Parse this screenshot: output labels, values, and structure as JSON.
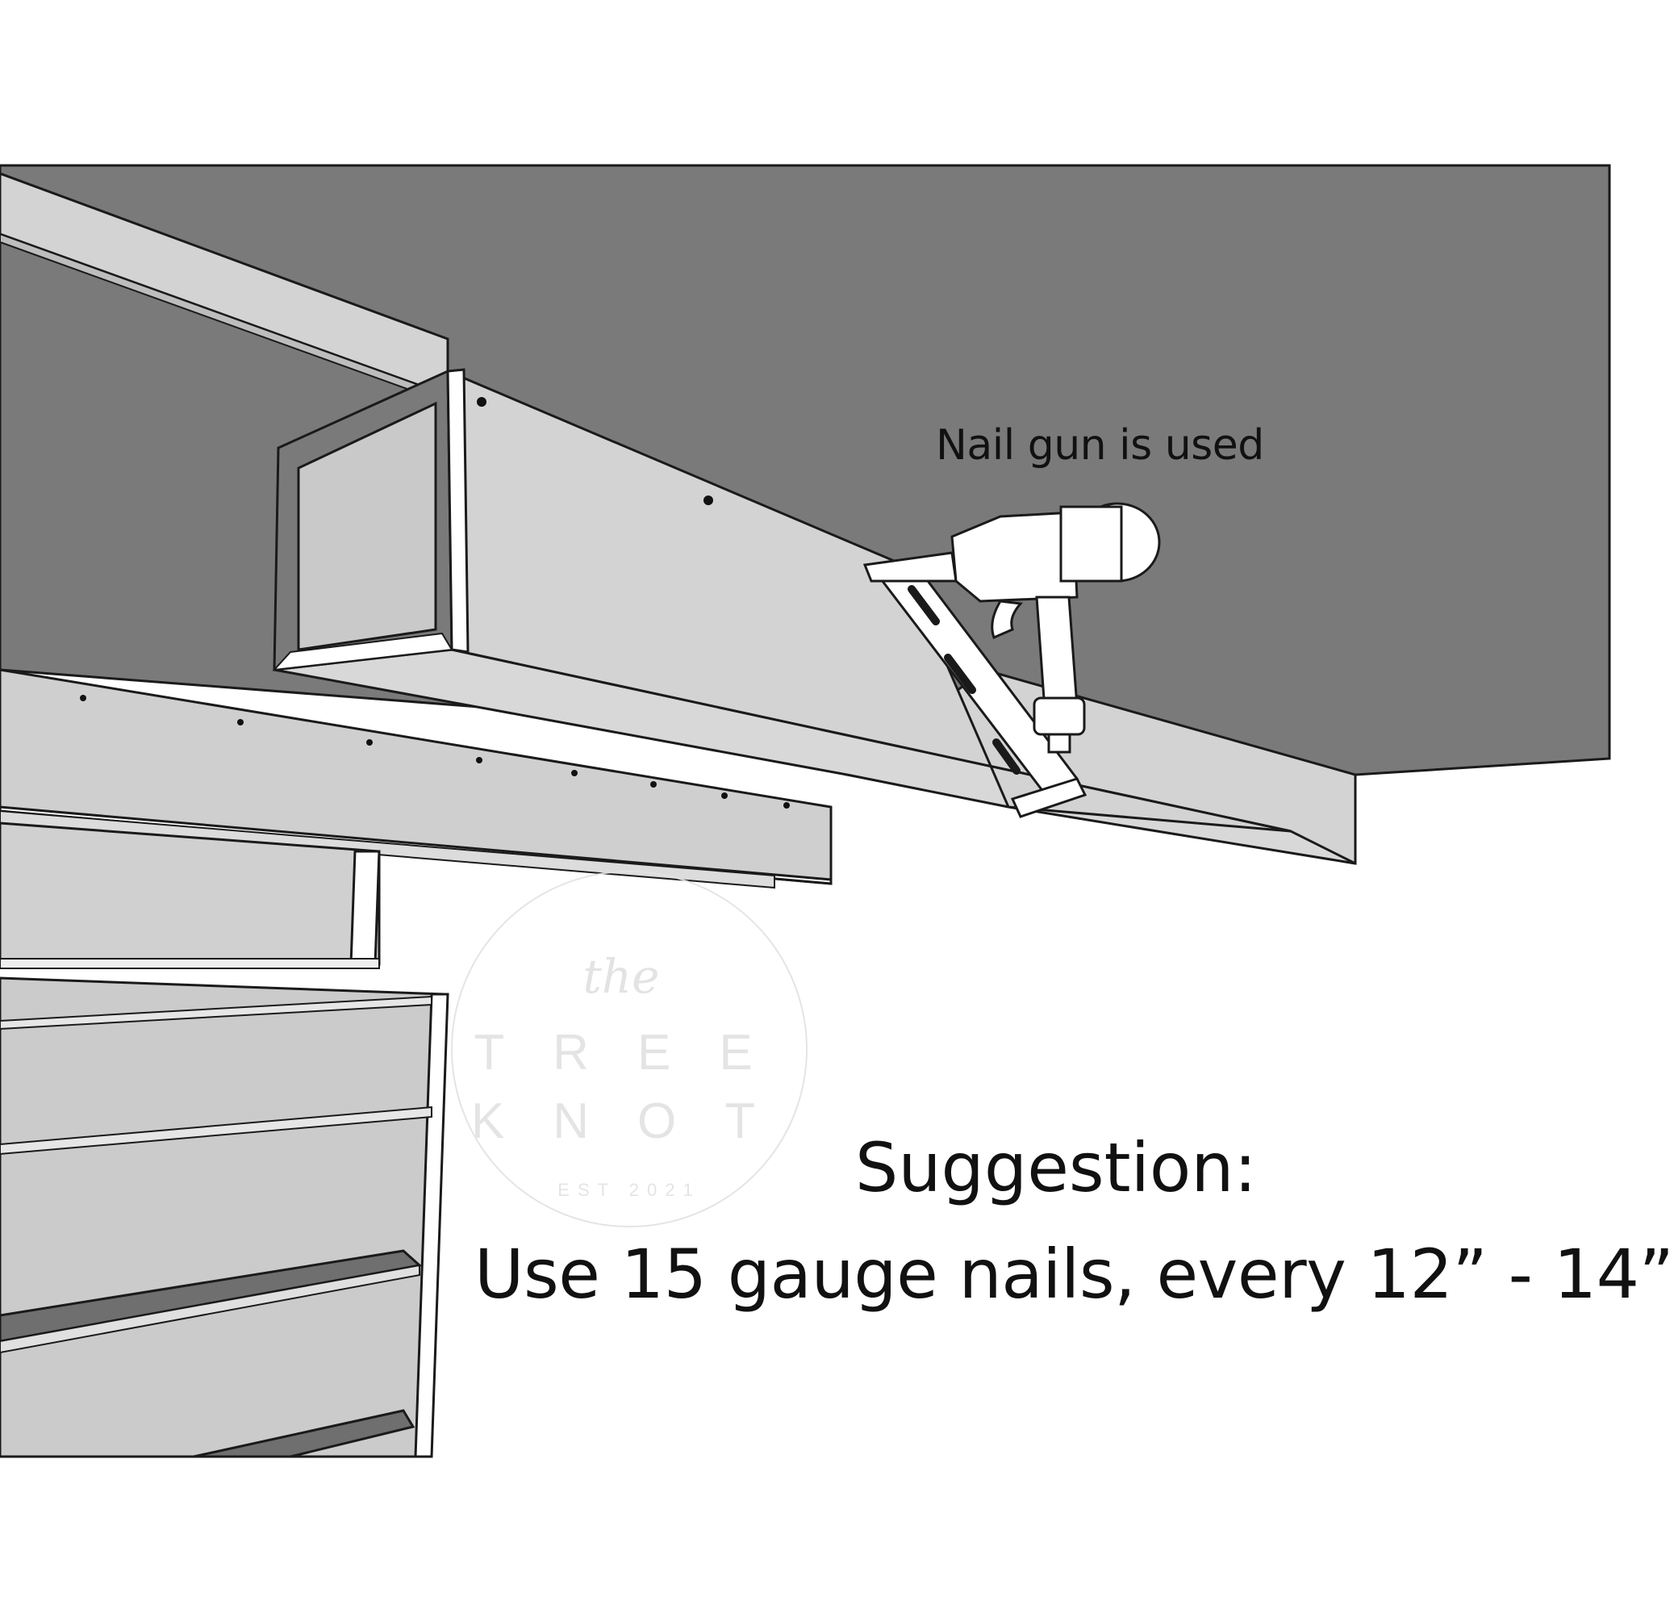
{
  "callout": {
    "text": "Nail gun is used"
  },
  "suggestion": {
    "title": "Suggestion:",
    "body": "Use 15 gauge nails, every 12” - 14”"
  },
  "watermark": {
    "script": "the",
    "line1": "TREE",
    "line2": "KNOT",
    "est": "EST 2021"
  },
  "icons": {
    "tool": "nail-gun-icon"
  },
  "colors": {
    "ceiling": "#7a7a7a",
    "beam_face": "#d3d3d3",
    "wall": "#c8c8c8",
    "shelf": "#6f6f6f",
    "outline": "#1a1a1a",
    "watermark": "#e2e2e2"
  }
}
